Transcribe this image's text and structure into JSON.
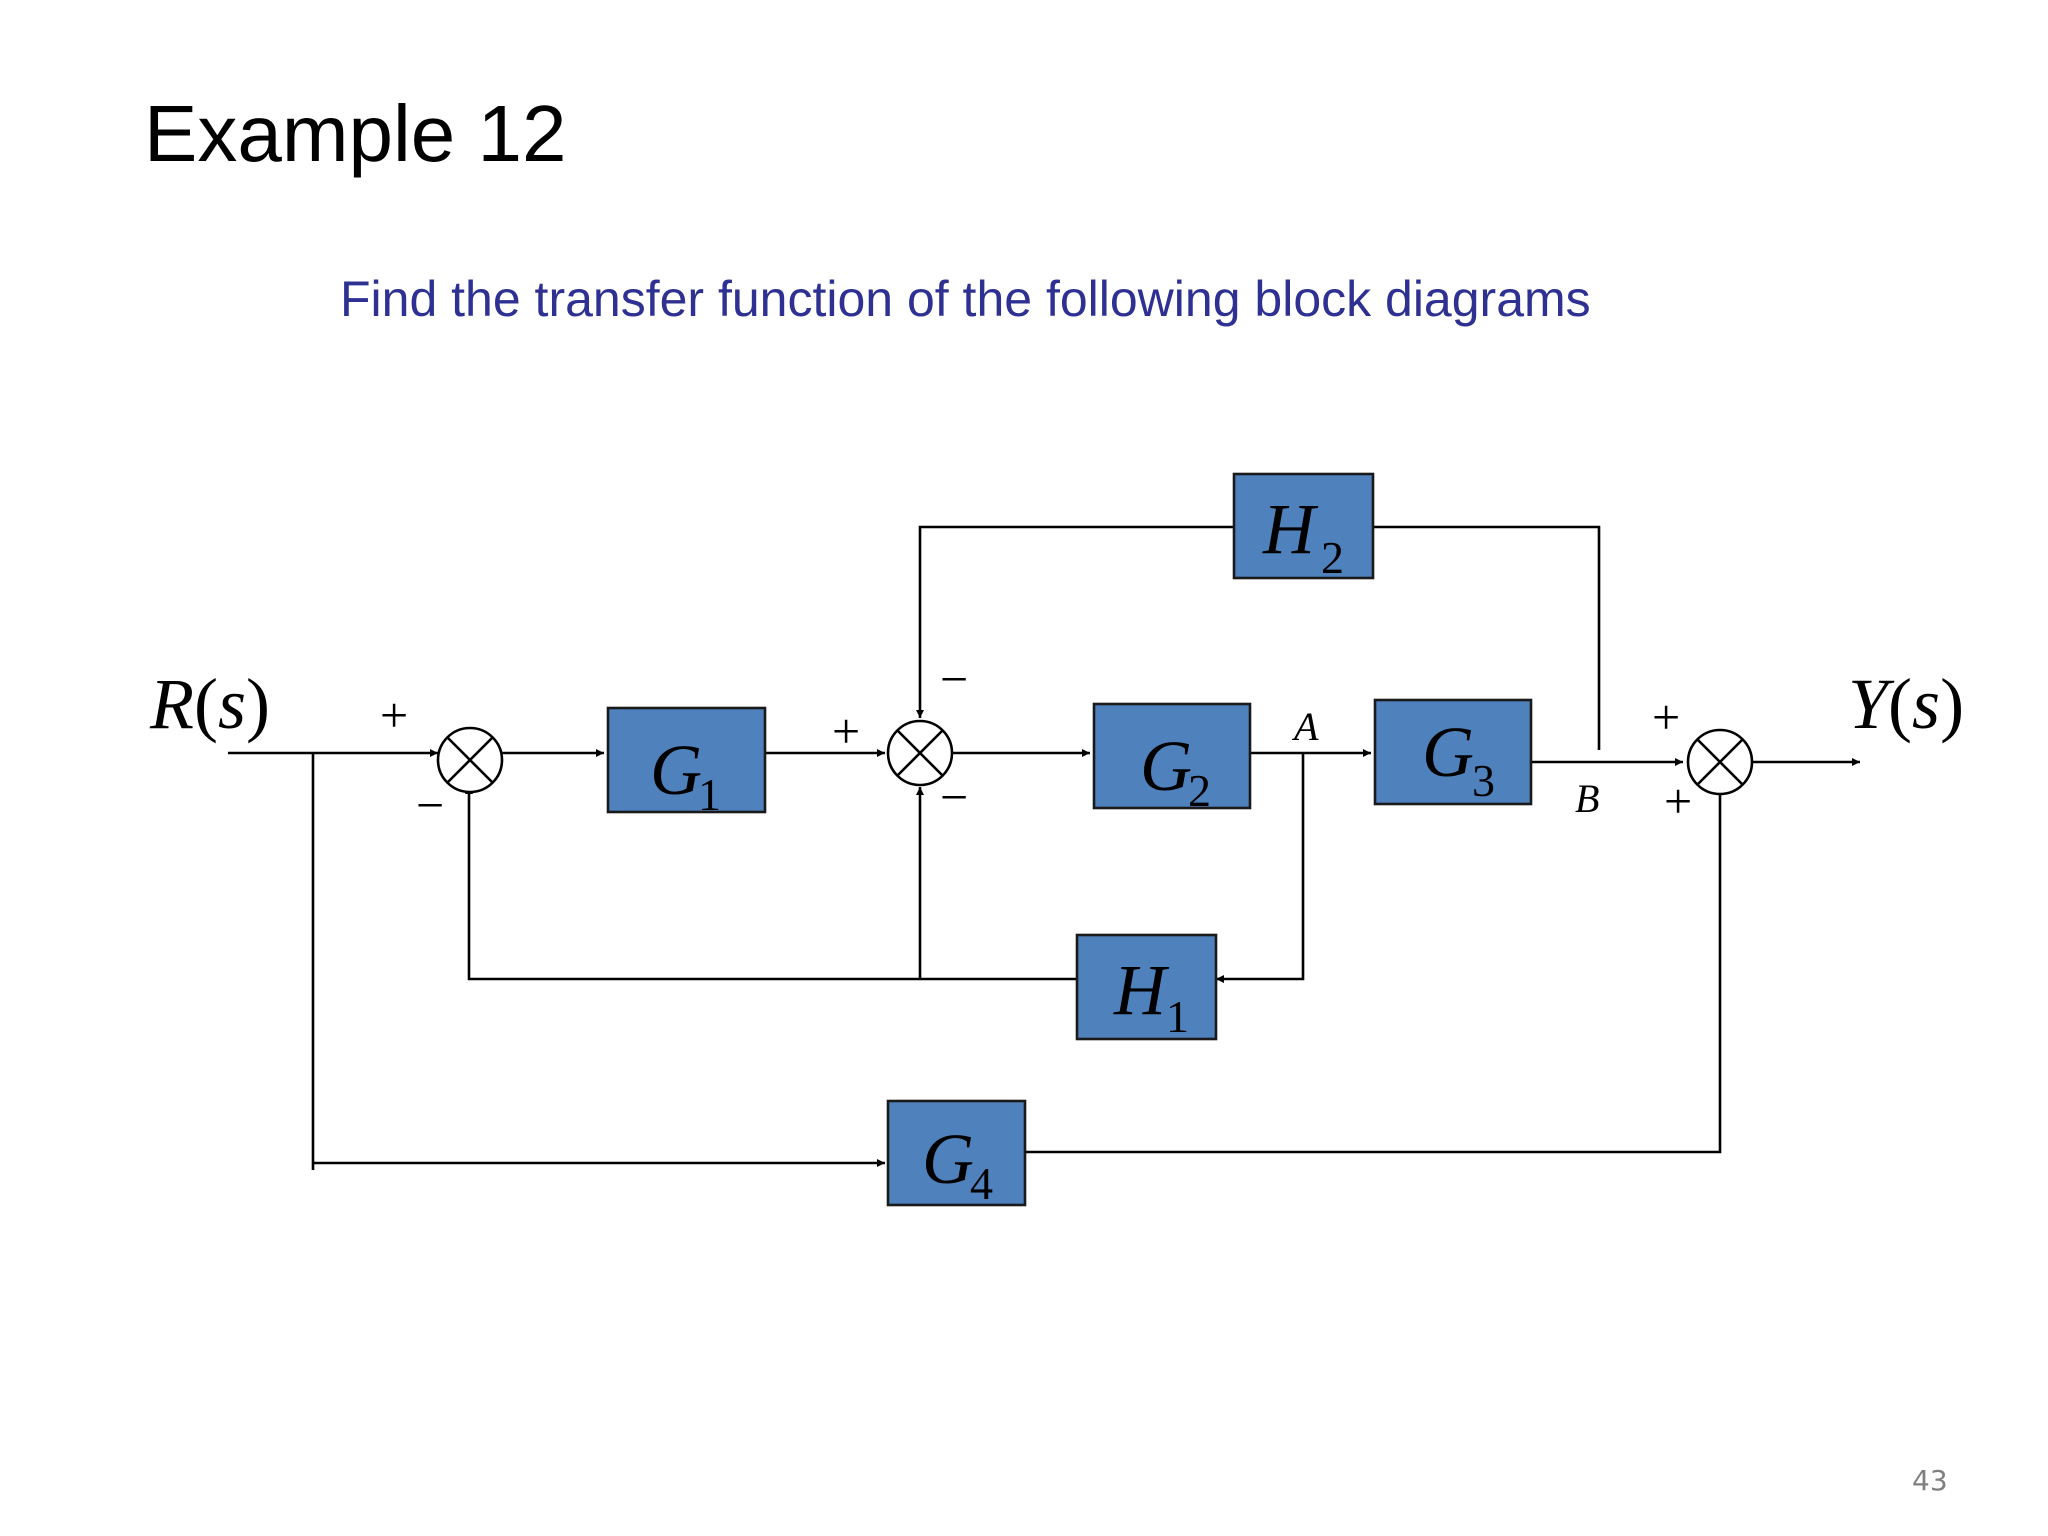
{
  "slide": {
    "title": "Example 12",
    "subtitle": "Find the transfer function of the following block diagrams",
    "page_number": "43"
  },
  "colors": {
    "block_fill": "#4F81BD",
    "subtitle": "#2E3192",
    "text": "#000000",
    "page_number": "#808080"
  },
  "diagram": {
    "input": {
      "main": "R",
      "arg": "s"
    },
    "output": {
      "main": "Y",
      "arg": "s"
    },
    "blocks": {
      "G1": {
        "main": "G",
        "sub": "1"
      },
      "G2": {
        "main": "G",
        "sub": "2"
      },
      "G3": {
        "main": "G",
        "sub": "3"
      },
      "G4": {
        "main": "G",
        "sub": "4"
      },
      "H1": {
        "main": "H",
        "sub": "1"
      },
      "H2": {
        "main": "H",
        "sub": "2"
      }
    },
    "points": {
      "A": "A",
      "B": "B"
    },
    "summing_junctions": [
      {
        "name": "sum-1",
        "signs": {
          "input": "+",
          "feedback": "−"
        }
      },
      {
        "name": "sum-2",
        "signs": {
          "input": "+",
          "top_feedback": "−",
          "bottom_feedback": "−"
        }
      },
      {
        "name": "sum-3",
        "signs": {
          "input": "+",
          "feedforward": "+"
        }
      }
    ]
  }
}
